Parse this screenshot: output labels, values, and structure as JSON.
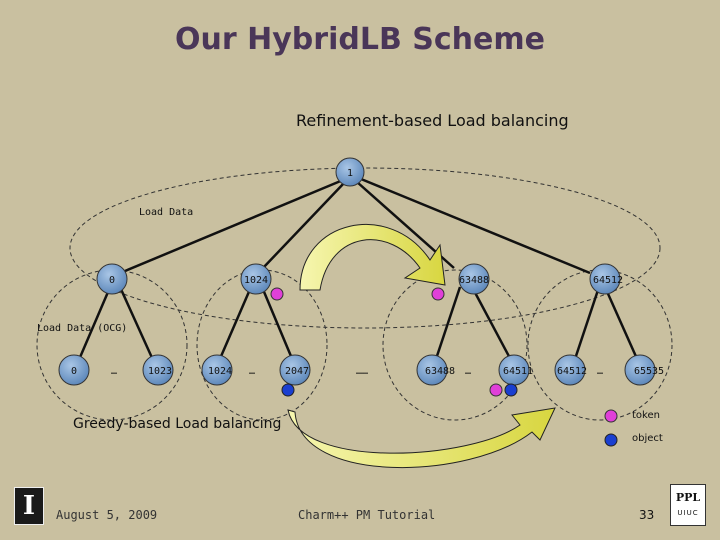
{
  "title": "Our HybridLB Scheme",
  "refinement_label": "Refinement-based Load balancing",
  "greedy_label": "Greedy-based Load balancing",
  "load_data_label": "Load Data",
  "load_data_ocg_label": "Load Data (OCG)",
  "legend": {
    "token": "token",
    "object": "object"
  },
  "colors": {
    "node": "#7fa6cf",
    "token": "#e040d8",
    "object": "#1a3fd0",
    "arrow": "#e2e060",
    "title": "#4a3658"
  },
  "root": {
    "label": "1"
  },
  "level1": [
    {
      "label": "0"
    },
    {
      "label": "1024"
    },
    {
      "label": "63488"
    },
    {
      "label": "64512"
    }
  ],
  "level2": [
    {
      "label": "0"
    },
    {
      "label": "…"
    },
    {
      "label": "1023"
    },
    {
      "label": "1024"
    },
    {
      "label": "…"
    },
    {
      "label": "2047"
    },
    {
      "label": "……"
    },
    {
      "label": "63488"
    },
    {
      "label": "…"
    },
    {
      "label": "64511"
    },
    {
      "label": "64512"
    },
    {
      "label": "…"
    },
    {
      "label": "65535"
    }
  ],
  "footer": {
    "date": "August 5, 2009",
    "tutorial": "Charm++ PM Tutorial",
    "page": "33"
  },
  "logos": {
    "right_top": "PPL",
    "right_bottom": "UIUC",
    "left": "I"
  }
}
